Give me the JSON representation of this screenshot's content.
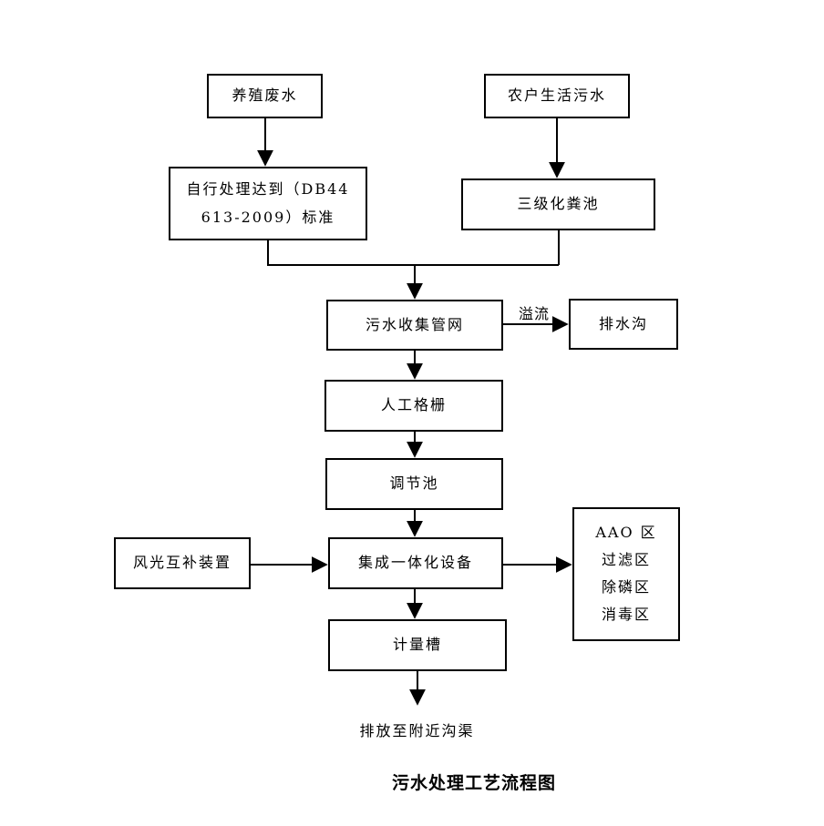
{
  "diagram": {
    "title": "污水处理工艺流程图",
    "nodes": {
      "farm_wastewater": "养殖废水",
      "household_sewage": "农户生活污水",
      "self_treatment": "自行处理达到（DB44\n613-2009）标准",
      "septic_tank": "三级化粪池",
      "collection_network": "污水收集管网",
      "drainage_ditch": "排水沟",
      "manual_grille": "人工格栅",
      "regulating_tank": "调节池",
      "wind_solar_device": "风光互补装置",
      "integrated_equipment": "集成一体化设备",
      "measuring_tank": "计量槽"
    },
    "zones": [
      "AAO 区",
      "过滤区",
      "除磷区",
      "消毒区"
    ],
    "edge_labels": {
      "overflow": "溢流"
    },
    "outfall": "排放至附近沟渠",
    "colors": {
      "line": "#000000",
      "background": "#ffffff"
    }
  }
}
